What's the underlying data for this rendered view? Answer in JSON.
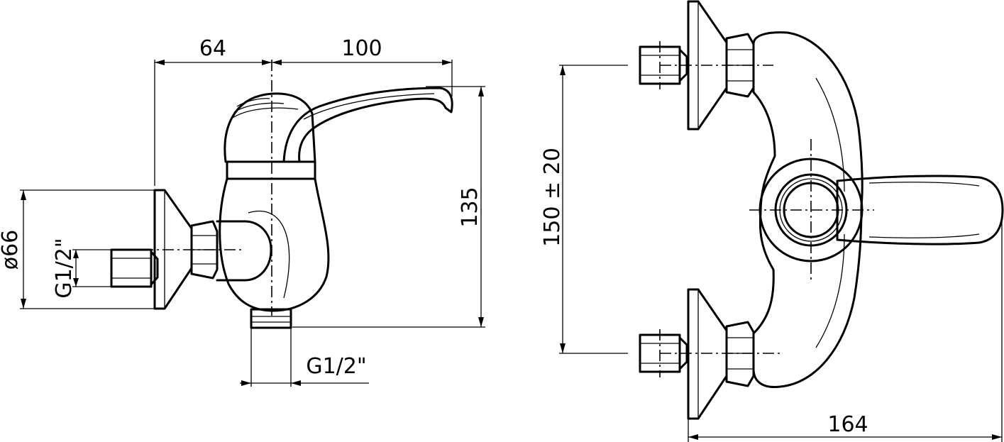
{
  "side_view": {
    "dim_top_left": "64",
    "dim_top_right": "100",
    "dim_height": "135",
    "dim_flange": "ø66",
    "dim_inlet_thread": "G1/2\"",
    "dim_outlet_thread": "G1/2\""
  },
  "front_view": {
    "dim_centres": "150 ± 20",
    "dim_width": "164"
  }
}
